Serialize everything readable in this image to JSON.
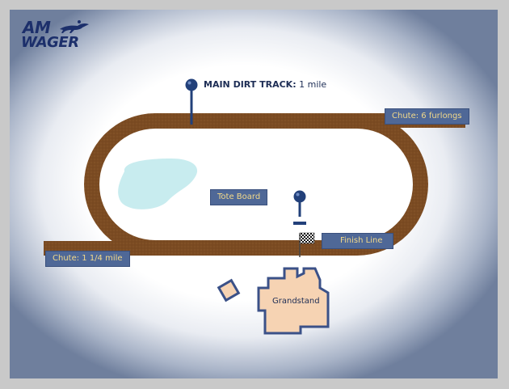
{
  "logo": {
    "line1": "AM",
    "line2": "WAGER",
    "icon": "horse-jockey-icon",
    "color": "#1c2f6b"
  },
  "track": {
    "name": "MAIN DIRT TRACK:",
    "length": "1 mile",
    "track_color": "#7a4a22",
    "infield_color": "#ffffff",
    "pond_color": "#c8ecef"
  },
  "labels": {
    "chute_6f": "Chute: 6 furlongs",
    "chute_1_1_4": "Chute: 1 1/4 mile",
    "tote_board": "Tote Board",
    "finish_line": "Finish Line",
    "grandstand": "Grandstand"
  },
  "colors": {
    "label_bg": "#4f6897",
    "label_text": "#f2d98a",
    "pin": "#22407a",
    "grandstand_fill": "#f6d3b3",
    "grandstand_stroke": "#3b5188"
  },
  "icons": [
    "map-pin-icon",
    "checkered-flag-icon"
  ]
}
